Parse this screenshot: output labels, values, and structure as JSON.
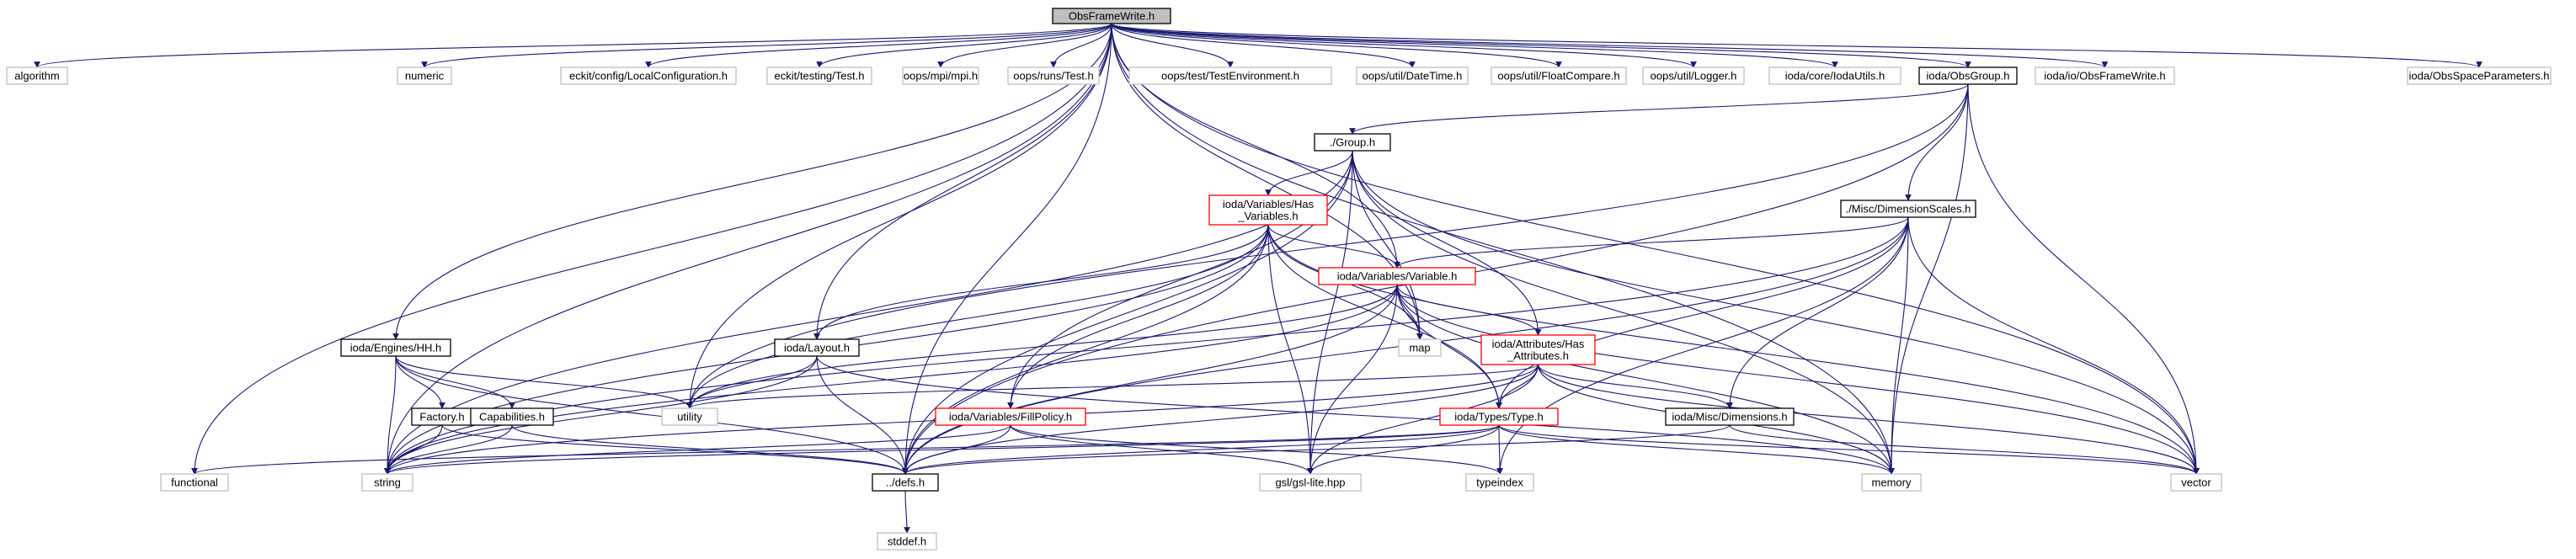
{
  "colors": {
    "edge": "#191970",
    "node_border_normal": "#000000",
    "node_border_external": "#bfbfbf",
    "node_border_truncated": "#ff0000",
    "root_fill": "#bfbfbf"
  },
  "nodes": [
    {
      "id": "root",
      "lines": [
        "ObsFrameWrite.h"
      ],
      "style": "root"
    },
    {
      "id": "algorithm",
      "lines": [
        "algorithm"
      ],
      "style": "gray"
    },
    {
      "id": "numeric",
      "lines": [
        "numeric"
      ],
      "style": "gray"
    },
    {
      "id": "localconf",
      "lines": [
        "eckit/config/LocalConfiguration.h"
      ],
      "style": "gray"
    },
    {
      "id": "ecktest",
      "lines": [
        "eckit/testing/Test.h"
      ],
      "style": "gray"
    },
    {
      "id": "mpi",
      "lines": [
        "oops/mpi/mpi.h"
      ],
      "style": "gray"
    },
    {
      "id": "runstest",
      "lines": [
        "oops/runs/Test.h"
      ],
      "style": "gray"
    },
    {
      "id": "testenv",
      "lines": [
        "oops/test/TestEnvironment.h"
      ],
      "style": "gray"
    },
    {
      "id": "datetime",
      "lines": [
        "oops/util/DateTime.h"
      ],
      "style": "gray"
    },
    {
      "id": "floatcmp",
      "lines": [
        "oops/util/FloatCompare.h"
      ],
      "style": "gray"
    },
    {
      "id": "logger",
      "lines": [
        "oops/util/Logger.h"
      ],
      "style": "gray"
    },
    {
      "id": "iodautils",
      "lines": [
        "ioda/core/IodaUtils.h"
      ],
      "style": "gray"
    },
    {
      "id": "obsgroup",
      "lines": [
        "ioda/ObsGroup.h"
      ],
      "style": "black"
    },
    {
      "id": "iofw",
      "lines": [
        "ioda/io/ObsFrameWrite.h"
      ],
      "style": "gray"
    },
    {
      "id": "osp",
      "lines": [
        "ioda/ObsSpaceParameters.h"
      ],
      "style": "gray"
    },
    {
      "id": "group",
      "lines": [
        "./Group.h"
      ],
      "style": "black"
    },
    {
      "id": "hasvars",
      "lines": [
        "ioda/Variables/Has",
        "_Variables.h"
      ],
      "style": "red"
    },
    {
      "id": "dimscales",
      "lines": [
        "./Misc/DimensionScales.h"
      ],
      "style": "black"
    },
    {
      "id": "variable",
      "lines": [
        "ioda/Variables/Variable.h"
      ],
      "style": "red"
    },
    {
      "id": "map",
      "lines": [
        "map"
      ],
      "style": "gray"
    },
    {
      "id": "hasattrs",
      "lines": [
        "ioda/Attributes/Has",
        "_Attributes.h"
      ],
      "style": "red"
    },
    {
      "id": "hh",
      "lines": [
        "ioda/Engines/HH.h"
      ],
      "style": "black"
    },
    {
      "id": "layout",
      "lines": [
        "ioda/Layout.h"
      ],
      "style": "black"
    },
    {
      "id": "utility",
      "lines": [
        "utility"
      ],
      "style": "gray"
    },
    {
      "id": "factory",
      "lines": [
        "Factory.h"
      ],
      "style": "black"
    },
    {
      "id": "caps",
      "lines": [
        "Capabilities.h"
      ],
      "style": "black"
    },
    {
      "id": "fillpolicy",
      "lines": [
        "ioda/Variables/FillPolicy.h"
      ],
      "style": "red"
    },
    {
      "id": "type",
      "lines": [
        "ioda/Types/Type.h"
      ],
      "style": "red"
    },
    {
      "id": "dims",
      "lines": [
        "ioda/Misc/Dimensions.h"
      ],
      "style": "black"
    },
    {
      "id": "functional",
      "lines": [
        "functional"
      ],
      "style": "gray"
    },
    {
      "id": "string",
      "lines": [
        "string"
      ],
      "style": "gray"
    },
    {
      "id": "defs",
      "lines": [
        "../defs.h"
      ],
      "style": "black"
    },
    {
      "id": "gsl",
      "lines": [
        "gsl/gsl-lite.hpp"
      ],
      "style": "gray"
    },
    {
      "id": "typeindex",
      "lines": [
        "typeindex"
      ],
      "style": "gray"
    },
    {
      "id": "memory",
      "lines": [
        "memory"
      ],
      "style": "gray"
    },
    {
      "id": "vector",
      "lines": [
        "vector"
      ],
      "style": "gray"
    },
    {
      "id": "stddef",
      "lines": [
        "stddef.h"
      ],
      "style": "gray"
    }
  ],
  "edges": [
    [
      "root",
      "algorithm"
    ],
    [
      "root",
      "numeric"
    ],
    [
      "root",
      "localconf"
    ],
    [
      "root",
      "ecktest"
    ],
    [
      "root",
      "mpi"
    ],
    [
      "root",
      "runstest"
    ],
    [
      "root",
      "testenv"
    ],
    [
      "root",
      "datetime"
    ],
    [
      "root",
      "floatcmp"
    ],
    [
      "root",
      "logger"
    ],
    [
      "root",
      "iodautils"
    ],
    [
      "root",
      "obsgroup"
    ],
    [
      "root",
      "iofw"
    ],
    [
      "root",
      "osp"
    ],
    [
      "root",
      "functional"
    ],
    [
      "root",
      "string"
    ],
    [
      "root",
      "hh"
    ],
    [
      "root",
      "utility"
    ],
    [
      "root",
      "layout"
    ],
    [
      "root",
      "variable"
    ],
    [
      "root",
      "map"
    ],
    [
      "root",
      "memory"
    ],
    [
      "root",
      "vector"
    ],
    [
      "root",
      "defs"
    ],
    [
      "obsgroup",
      "group"
    ],
    [
      "obsgroup",
      "dimscales"
    ],
    [
      "obsgroup",
      "memory"
    ],
    [
      "obsgroup",
      "vector"
    ],
    [
      "obsgroup",
      "utility"
    ],
    [
      "obsgroup",
      "defs"
    ],
    [
      "group",
      "hasvars"
    ],
    [
      "group",
      "hasattrs"
    ],
    [
      "group",
      "string"
    ],
    [
      "group",
      "map"
    ],
    [
      "group",
      "memory"
    ],
    [
      "group",
      "vector"
    ],
    [
      "group",
      "fillpolicy"
    ],
    [
      "group",
      "gsl"
    ],
    [
      "group",
      "defs"
    ],
    [
      "hasvars",
      "variable"
    ],
    [
      "hasvars",
      "layout"
    ],
    [
      "hasvars",
      "fillpolicy"
    ],
    [
      "hasvars",
      "type"
    ],
    [
      "hasvars",
      "string"
    ],
    [
      "hasvars",
      "map"
    ],
    [
      "hasvars",
      "vector"
    ],
    [
      "hasvars",
      "gsl"
    ],
    [
      "hasvars",
      "utility"
    ],
    [
      "hasvars",
      "defs"
    ],
    [
      "dimscales",
      "variable"
    ],
    [
      "dimscales",
      "type"
    ],
    [
      "dimscales",
      "dims"
    ],
    [
      "dimscales",
      "memory"
    ],
    [
      "dimscales",
      "vector"
    ],
    [
      "dimscales",
      "typeindex"
    ],
    [
      "dimscales",
      "defs"
    ],
    [
      "dimscales",
      "string"
    ],
    [
      "variable",
      "hasattrs"
    ],
    [
      "variable",
      "type"
    ],
    [
      "variable",
      "gsl"
    ],
    [
      "variable",
      "map"
    ],
    [
      "variable",
      "memory"
    ],
    [
      "variable",
      "vector"
    ],
    [
      "variable",
      "string"
    ],
    [
      "variable",
      "utility"
    ],
    [
      "variable",
      "defs"
    ],
    [
      "hasattrs",
      "type"
    ],
    [
      "hasattrs",
      "dims"
    ],
    [
      "hasattrs",
      "gsl"
    ],
    [
      "hasattrs",
      "memory"
    ],
    [
      "hasattrs",
      "vector"
    ],
    [
      "hasattrs",
      "string"
    ],
    [
      "hasattrs",
      "utility"
    ],
    [
      "hasattrs",
      "defs"
    ],
    [
      "hh",
      "factory"
    ],
    [
      "hh",
      "caps"
    ],
    [
      "hh",
      "string"
    ],
    [
      "hh",
      "utility"
    ],
    [
      "hh",
      "defs"
    ],
    [
      "layout",
      "defs"
    ],
    [
      "layout",
      "string"
    ],
    [
      "layout",
      "utility"
    ],
    [
      "layout",
      "memory"
    ],
    [
      "factory",
      "string"
    ],
    [
      "factory",
      "defs"
    ],
    [
      "caps",
      "defs"
    ],
    [
      "caps",
      "string"
    ],
    [
      "fillpolicy",
      "defs"
    ],
    [
      "fillpolicy",
      "gsl"
    ],
    [
      "fillpolicy",
      "typeindex"
    ],
    [
      "fillpolicy",
      "string"
    ],
    [
      "type",
      "typeindex"
    ],
    [
      "type",
      "gsl"
    ],
    [
      "type",
      "defs"
    ],
    [
      "type",
      "functional"
    ],
    [
      "type",
      "vector"
    ],
    [
      "type",
      "memory"
    ],
    [
      "type",
      "string"
    ],
    [
      "dims",
      "defs"
    ],
    [
      "dims",
      "vector"
    ],
    [
      "defs",
      "stddef"
    ]
  ]
}
